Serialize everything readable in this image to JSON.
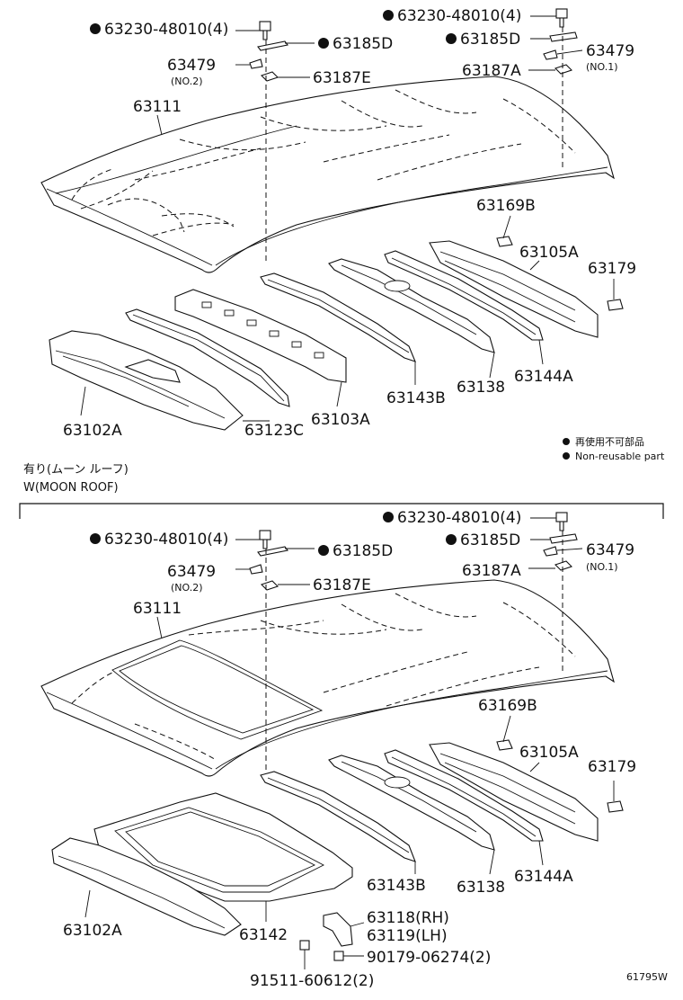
{
  "section_a": {
    "labels": [
      {
        "id": "63230-a1",
        "text": "63230-48010(4)",
        "dot": true
      },
      {
        "id": "63230-a2",
        "text": "63230-48010(4)",
        "dot": true
      },
      {
        "id": "63185d-a1",
        "text": "63185D",
        "dot": true
      },
      {
        "id": "63185d-a2",
        "text": "63185D",
        "dot": true
      },
      {
        "id": "63479-a1",
        "text": "63479",
        "sub": "(NO.2)"
      },
      {
        "id": "63479-a2",
        "text": "63479",
        "sub": "(NO.1)"
      },
      {
        "id": "63187e-a",
        "text": "63187E"
      },
      {
        "id": "63187a-a",
        "text": "63187A"
      },
      {
        "id": "63111-a",
        "text": "63111"
      },
      {
        "id": "63169b-a",
        "text": "63169B"
      },
      {
        "id": "63105a-a",
        "text": "63105A"
      },
      {
        "id": "63179-a",
        "text": "63179"
      },
      {
        "id": "63143b-a",
        "text": "63143B"
      },
      {
        "id": "63138-a",
        "text": "63138"
      },
      {
        "id": "63144a-a",
        "text": "63144A"
      },
      {
        "id": "63102a-a",
        "text": "63102A"
      },
      {
        "id": "63123c-a",
        "text": "63123C"
      },
      {
        "id": "63103a-a",
        "text": "63103A"
      }
    ]
  },
  "legend": {
    "line1": "再使用不可部品",
    "line2": "Non-reusable part"
  },
  "section_b_header": {
    "jp": "有り(ムーン ルーフ)",
    "en": "W(MOON ROOF)"
  },
  "section_b": {
    "labels": [
      {
        "id": "63230-b1",
        "text": "63230-48010(4)",
        "dot": true
      },
      {
        "id": "63230-b2",
        "text": "63230-48010(4)",
        "dot": true
      },
      {
        "id": "63185d-b1",
        "text": "63185D",
        "dot": true
      },
      {
        "id": "63185d-b2",
        "text": "63185D",
        "dot": true
      },
      {
        "id": "63479-b1",
        "text": "63479",
        "sub": "(NO.2)"
      },
      {
        "id": "63479-b2",
        "text": "63479",
        "sub": "(NO.1)"
      },
      {
        "id": "63187e-b",
        "text": "63187E"
      },
      {
        "id": "63187a-b",
        "text": "63187A"
      },
      {
        "id": "63111-b",
        "text": "63111"
      },
      {
        "id": "63169b-b",
        "text": "63169B"
      },
      {
        "id": "63105a-b",
        "text": "63105A"
      },
      {
        "id": "63179-b",
        "text": "63179"
      },
      {
        "id": "63143b-b",
        "text": "63143B"
      },
      {
        "id": "63138-b",
        "text": "63138"
      },
      {
        "id": "63144a-b",
        "text": "63144A"
      },
      {
        "id": "63102a-b",
        "text": "63102A"
      },
      {
        "id": "63142-b",
        "text": "63142"
      },
      {
        "id": "63118-b",
        "text": "63118(RH)"
      },
      {
        "id": "63119-b",
        "text": "63119(LH)"
      },
      {
        "id": "90179-b",
        "text": "90179-06274(2)"
      },
      {
        "id": "91511-b",
        "text": "91511-60612(2)"
      }
    ]
  },
  "figure_code": "61795W"
}
